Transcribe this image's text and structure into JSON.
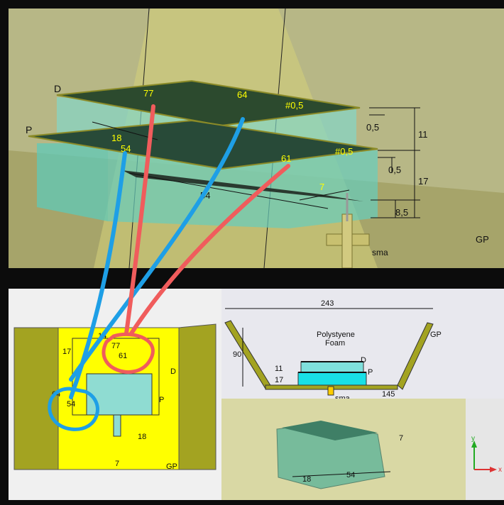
{
  "top_view": {
    "labels": {
      "director": "D",
      "patch": "P",
      "ground_plane": "GP",
      "connector": "sma"
    },
    "dims": {
      "d_width": "77",
      "d_length": "64",
      "d_thickness": "#0,5",
      "p_width": "54",
      "p_length": "61",
      "p_thickness": "#0,5",
      "gap_18": "18",
      "feed_len": "54",
      "feed_w": "7",
      "t1": "0,5",
      "t2": "0,5",
      "h_11": "11",
      "h_17": "17",
      "h_85": "8,5"
    }
  },
  "plan_view": {
    "dims": {
      "d_width": "77",
      "p_length": "61",
      "d_length": "64",
      "p_width": "54",
      "offset_14": "14",
      "offset_17": "17",
      "feed_18": "18",
      "feed_7": "7"
    },
    "labels": {
      "director": "D",
      "patch": "P",
      "ground_plane": "GP"
    }
  },
  "section_view": {
    "dims": {
      "top_width": "243",
      "height": "90",
      "h_11": "11",
      "h_17": "17",
      "base": "145"
    },
    "labels": {
      "foam_line1": "Polystyene",
      "foam_line2": "Foam",
      "director": "D",
      "patch": "P",
      "ground_plane": "GP",
      "connector": "sma"
    }
  },
  "iso_view": {
    "dims": {
      "feed_7": "7",
      "gap_18": "18",
      "feed_54": "54"
    }
  },
  "axes": {
    "y": "y",
    "x": "x"
  },
  "colors": {
    "yellow_label": "#ffff00",
    "blue_link": "#1e9fe6",
    "red_link": "#f05c5c",
    "panel_bg": "#b7b786",
    "cyan_box": "#7fd9cc",
    "gp_olive": "#a3a321"
  }
}
